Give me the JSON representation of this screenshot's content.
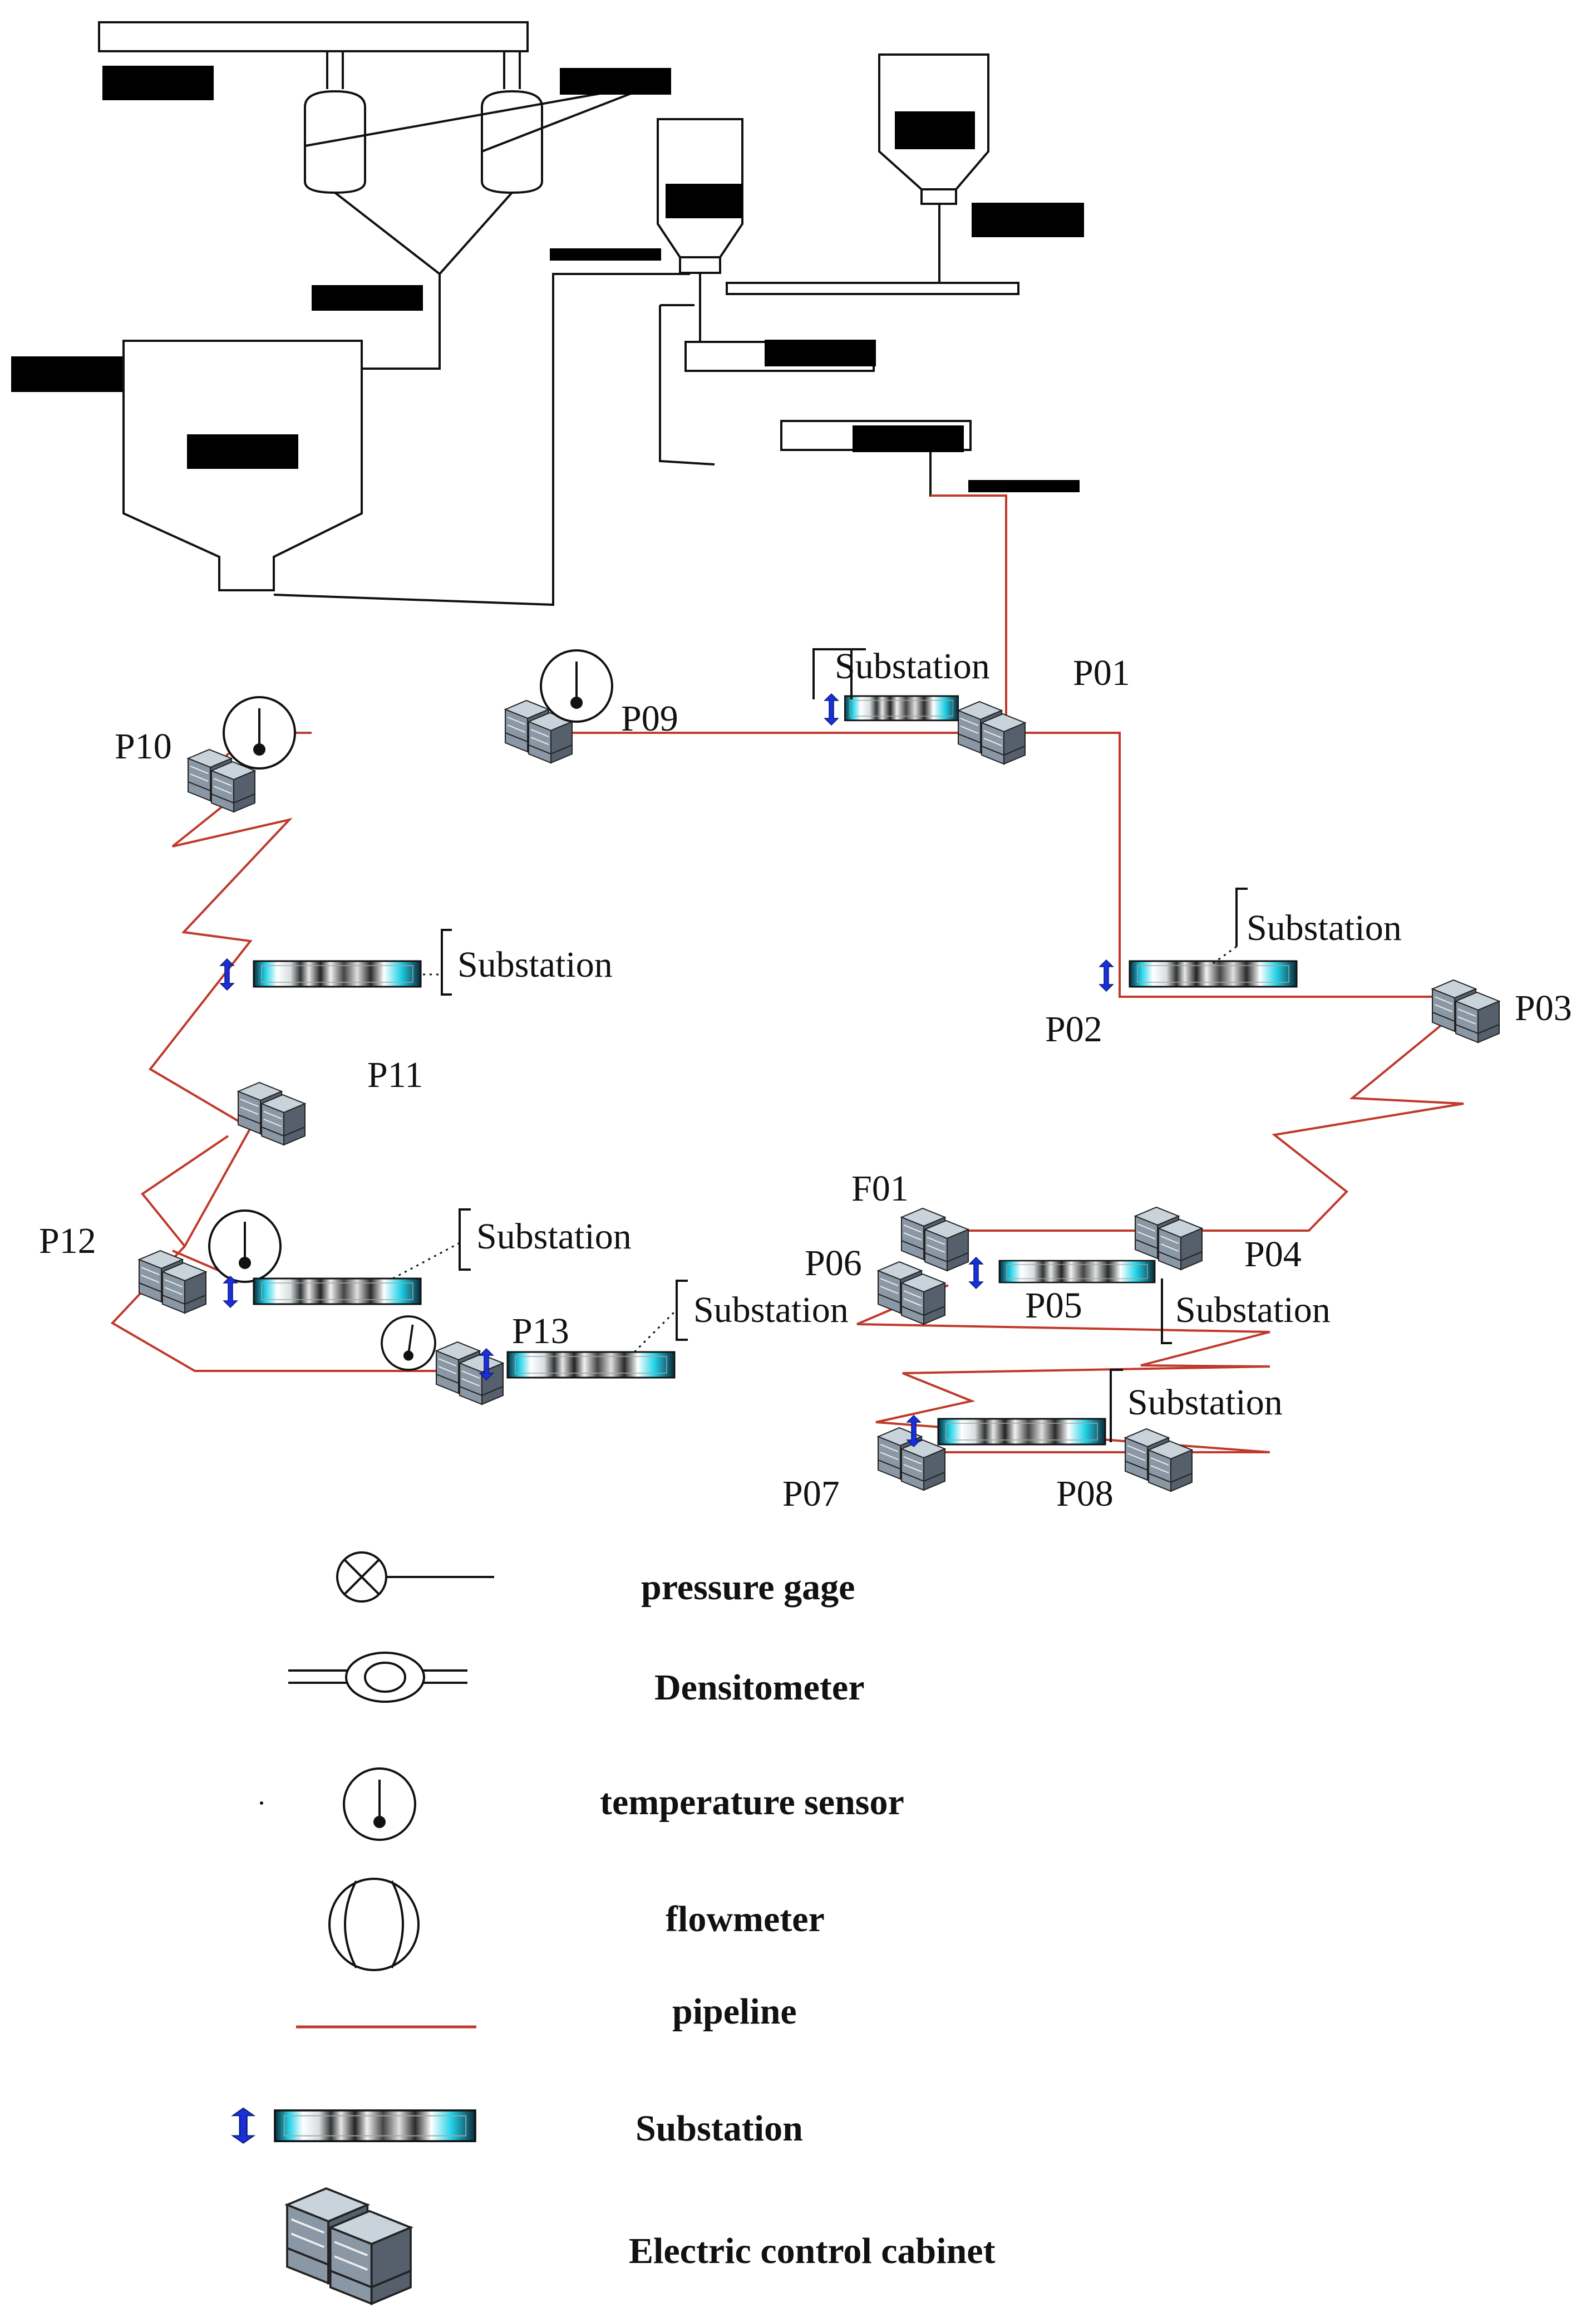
{
  "nodes": {
    "P01": "P01",
    "P02": "P02",
    "P03": "P03",
    "P04": "P04",
    "P05": "P05",
    "P06": "P06",
    "P07": "P07",
    "P08": "P08",
    "P09": "P09",
    "P10": "P10",
    "P11": "P11",
    "P12": "P12",
    "P13": "P13",
    "F01": "F01"
  },
  "substation_label": "Substation",
  "legend": {
    "pressure_gage": "pressure gage",
    "densitometer": "Densitometer",
    "temperature_sensor": "temperature sensor",
    "flowmeter": "flowmeter",
    "pipeline": "pipeline",
    "substation": "Substation",
    "cabinet": "Electric control cabinet"
  },
  "colors": {
    "pipeline": "#c0392b",
    "substation_arrow": "#1a2fd6",
    "redaction": "#000000"
  },
  "icons": {
    "cabinet": "electric-control-cabinet-icon",
    "substation": "substation-icon",
    "temperature": "temperature-sensor-icon"
  }
}
